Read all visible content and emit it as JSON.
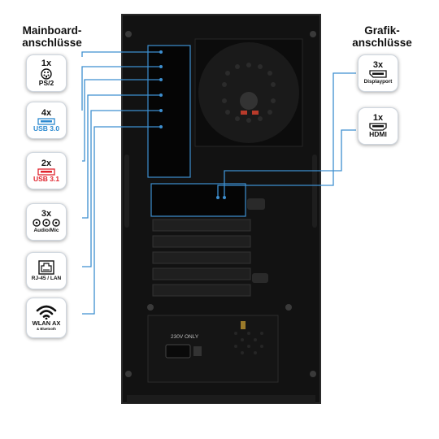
{
  "headings": {
    "mainboard_line1": "Mainboard-",
    "mainboard_line2": "anschlüsse",
    "grafik_line1": "Grafik-",
    "grafik_line2": "anschlüsse"
  },
  "mainboard_ports": [
    {
      "count": "1x",
      "label": "PS/2",
      "icon": "ps2-connector-icon"
    },
    {
      "count": "4x",
      "label": "USB 3.0",
      "icon": "usb-port-icon",
      "color": "#2d8ad0"
    },
    {
      "count": "2x",
      "label": "USB 3.1",
      "icon": "usb-port-icon",
      "color": "#e0252f"
    },
    {
      "count": "3x",
      "label": "Audio/Mic",
      "icon": "audio-jack-icon"
    },
    {
      "label": "RJ-45 / LAN",
      "icon": "ethernet-port-icon"
    },
    {
      "label": "WLAN AX",
      "sublabel": "& Bluetooth",
      "icon": "wifi-icon"
    }
  ],
  "graphics_ports": [
    {
      "count": "3x",
      "label": "Displayport",
      "icon": "displayport-icon"
    },
    {
      "count": "1x",
      "label": "HDMI",
      "icon": "hdmi-icon"
    }
  ],
  "psu_label": "230V ONLY",
  "colors": {
    "connector_line": "#3d8fd0",
    "usb30": "#2d8ad0",
    "usb31": "#e0252f"
  }
}
